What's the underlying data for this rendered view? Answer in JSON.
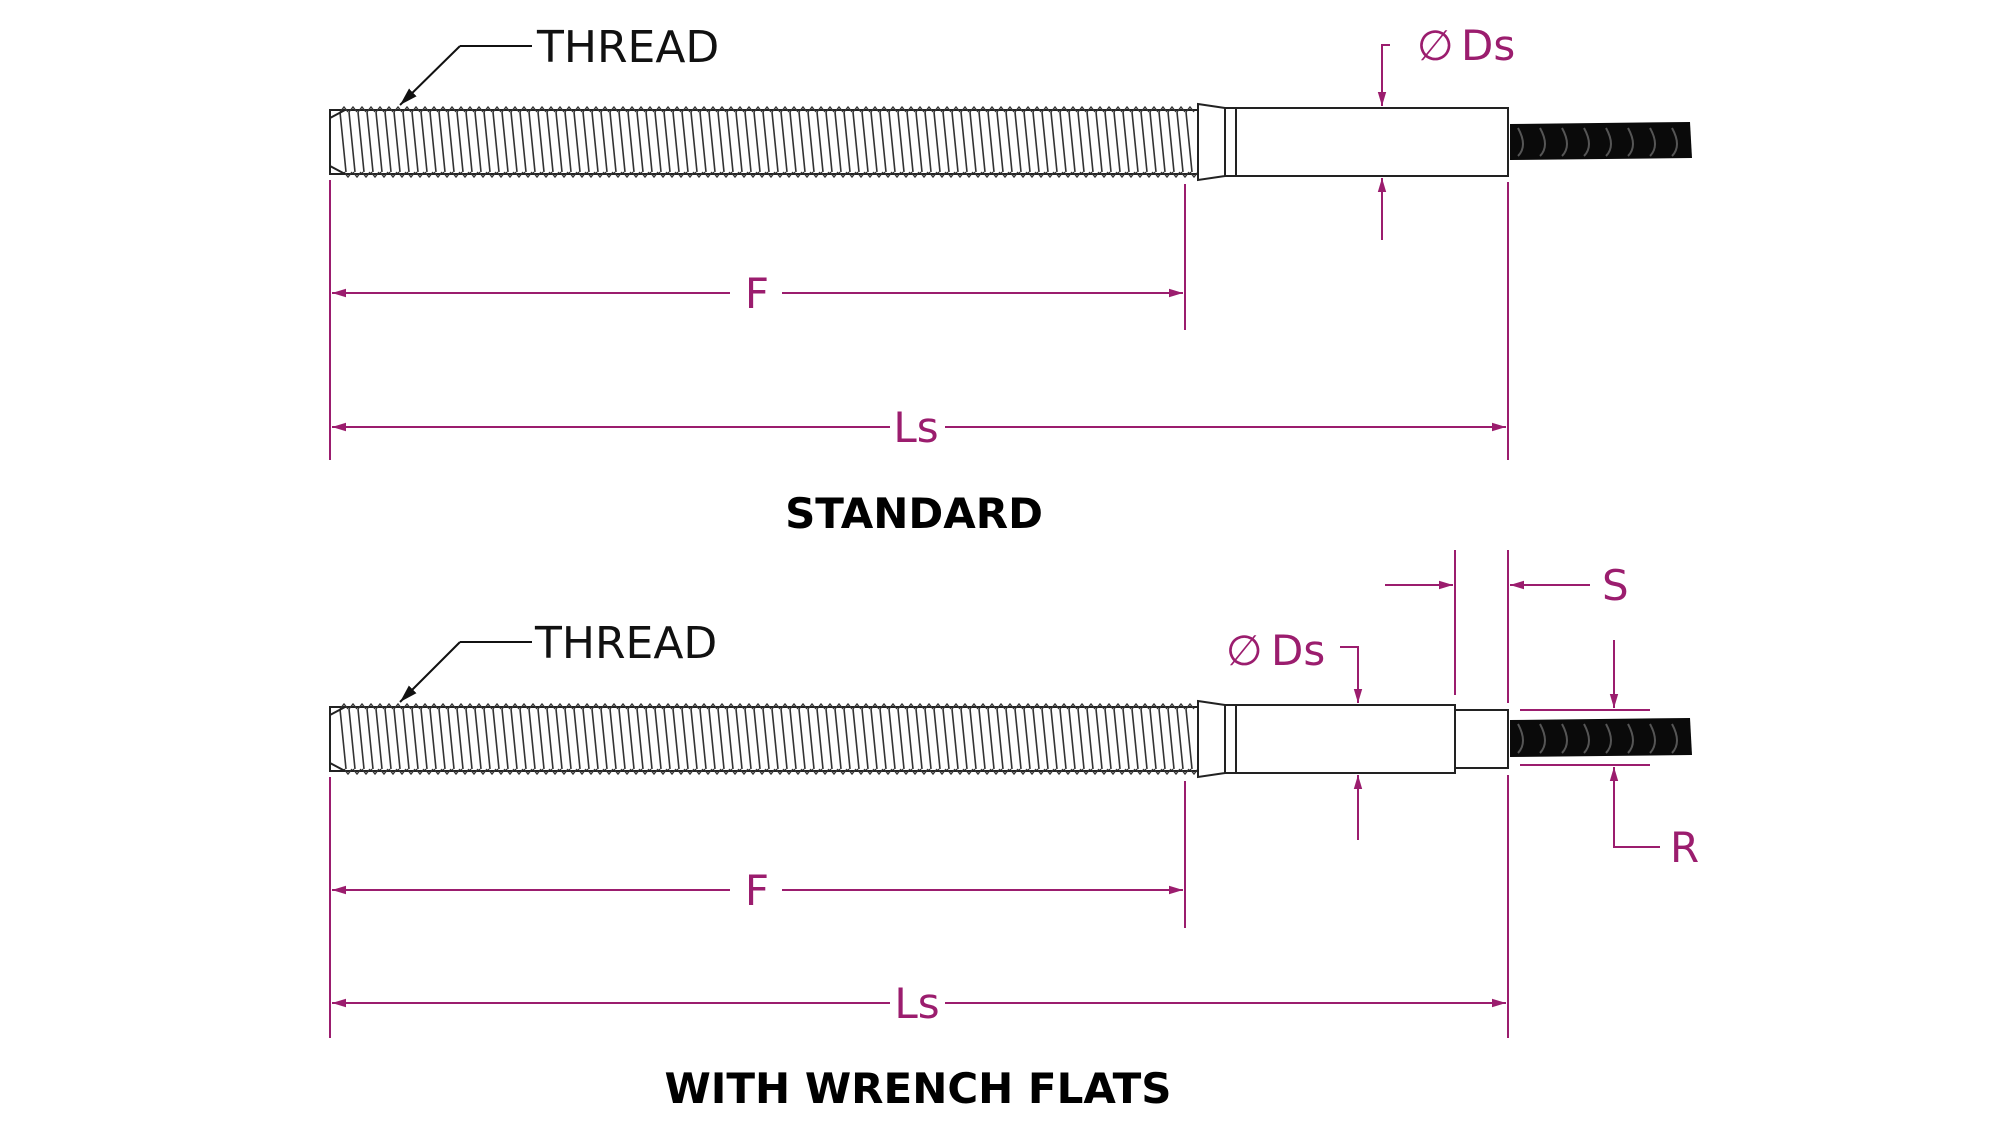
{
  "colors": {
    "dimension": "#9b1d6e",
    "outline": "#222222",
    "wire": "#0a0a0a"
  },
  "standard": {
    "title": "STANDARD",
    "thread_label": "THREAD",
    "dim_f": "F",
    "dim_ls": "Ls",
    "dim_ds_symbol": "∅",
    "dim_ds": "Ds"
  },
  "wrench": {
    "title": "WITH WRENCH FLATS",
    "thread_label": "THREAD",
    "dim_f": "F",
    "dim_ls": "Ls",
    "dim_ds_symbol": "∅",
    "dim_ds": "Ds",
    "dim_s": "S",
    "dim_r": "R"
  }
}
